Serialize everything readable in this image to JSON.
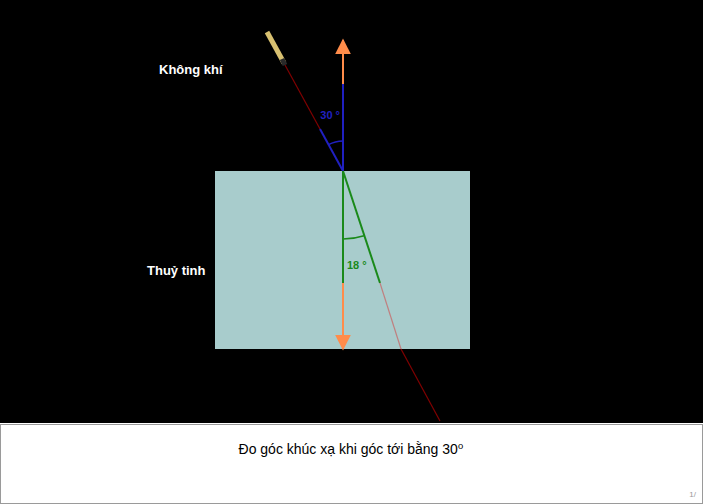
{
  "diagram": {
    "caption": "Đo góc khúc xạ khi góc tới bằng 30⁰",
    "labels": [
      "Không khí",
      "30 °",
      "Thuỷ tinh",
      "18 °",
      "1/"
    ]
  }
}
